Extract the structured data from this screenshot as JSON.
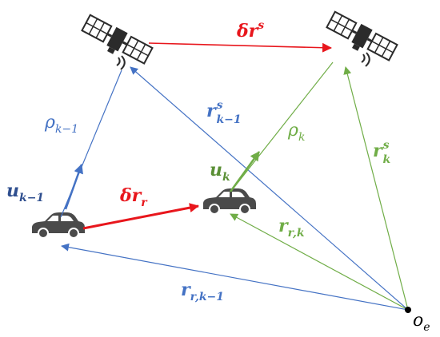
{
  "colors": {
    "blue": "#4472c4",
    "green": "#70ad47",
    "red": "#e8161c",
    "vehicle": "#4a4a4a",
    "satellite": "#2b2b2b"
  },
  "icons": {
    "satellite_prev": "satellite-icon",
    "satellite_curr": "satellite-icon",
    "car_prev": "car-icon",
    "car_curr": "car-icon"
  },
  "labels": {
    "delta_r_s": {
      "main": "δr",
      "sup": "s"
    },
    "r_s_k_minus_1": {
      "main": "r",
      "sup": "s",
      "sub": "k−1"
    },
    "rho_k_minus_1": {
      "main": "ρ",
      "sub": "k−1"
    },
    "rho_k": {
      "main": "ρ",
      "sub": "k"
    },
    "u_k_minus_1": {
      "main": "u",
      "sub": "k−1"
    },
    "u_k": {
      "main": "u",
      "sub": "k"
    },
    "delta_r_r": {
      "main": "δr",
      "sub": "r"
    },
    "r_r_k": {
      "main": "r",
      "sub": "r,k"
    },
    "r_s_k": {
      "main": "r",
      "sup": "s",
      "sub": "k"
    },
    "r_r_k_minus_1": {
      "main": "r",
      "sub": "r,k−1"
    },
    "origin": {
      "main": "o",
      "sub": "e"
    }
  }
}
